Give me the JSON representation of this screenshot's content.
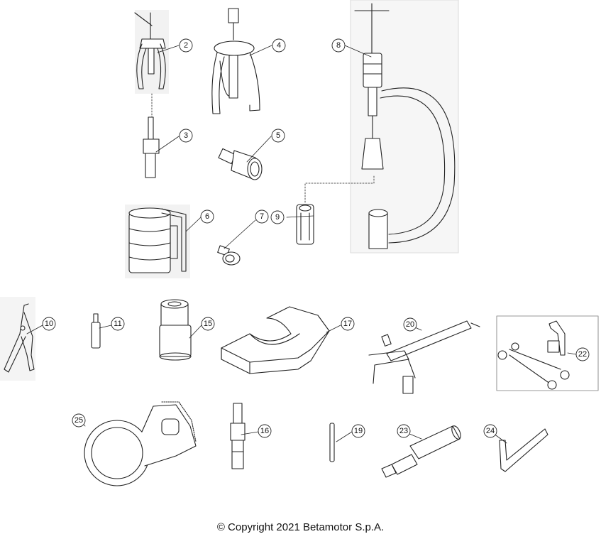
{
  "diagram": {
    "parts": [
      {
        "number": "2",
        "name": "puller"
      },
      {
        "number": "3",
        "name": "collet"
      },
      {
        "number": "4",
        "name": "puller"
      },
      {
        "number": "5",
        "name": "adapter"
      },
      {
        "number": "6",
        "name": "ring-compressor"
      },
      {
        "number": "7",
        "name": "pin"
      },
      {
        "number": "8",
        "name": "valve-spring-compressor"
      },
      {
        "number": "9",
        "name": "cage"
      },
      {
        "number": "10",
        "name": "pliers"
      },
      {
        "number": "11",
        "name": "drift"
      },
      {
        "number": "15",
        "name": "socket"
      },
      {
        "number": "16",
        "name": "tool"
      },
      {
        "number": "17",
        "name": "plate"
      },
      {
        "number": "19",
        "name": "pin"
      },
      {
        "number": "20",
        "name": "holder"
      },
      {
        "number": "22",
        "name": "kit"
      },
      {
        "number": "23",
        "name": "drift"
      },
      {
        "number": "24",
        "name": "hex-key"
      },
      {
        "number": "25",
        "name": "holder"
      }
    ]
  },
  "footer": {
    "copyright": "© Copyright 2021 Betamotor S.p.A."
  }
}
